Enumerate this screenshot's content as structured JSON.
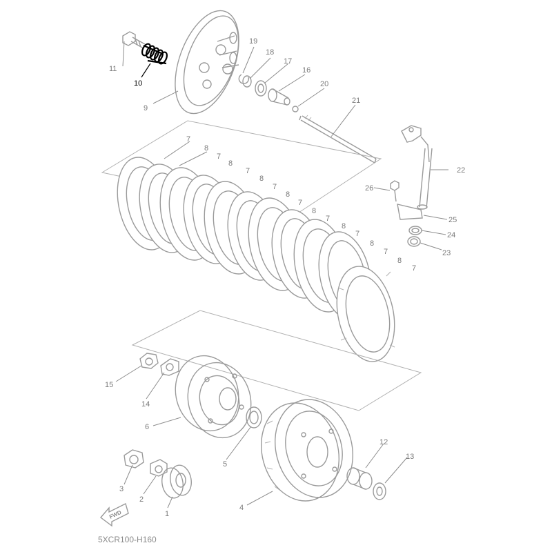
{
  "diagram": {
    "drawing_code": "5XCR100-H160",
    "fwd_label": "FWD",
    "highlight_color": "#000000",
    "part_color": "#9a9a9a",
    "highlighted_part": "10",
    "callouts": [
      "1",
      "2",
      "3",
      "4",
      "5",
      "6",
      "7",
      "8",
      "9",
      "10",
      "11",
      "12",
      "13",
      "14",
      "15",
      "16",
      "17",
      "18",
      "19",
      "20",
      "21",
      "22",
      "23",
      "24",
      "25",
      "26"
    ]
  }
}
